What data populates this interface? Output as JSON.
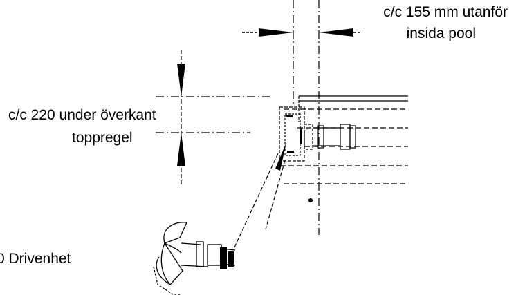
{
  "labels": {
    "spacing_outside_line1": "c/c 155 mm utanför",
    "spacing_outside_line2": "insida pool",
    "spacing_under_line1": "c/c 220 under överkant",
    "spacing_under_line2": "toppregel",
    "drive_unit": "0 Drivenhet"
  },
  "colors": {
    "line": "#000000",
    "background": "#ffffff"
  }
}
